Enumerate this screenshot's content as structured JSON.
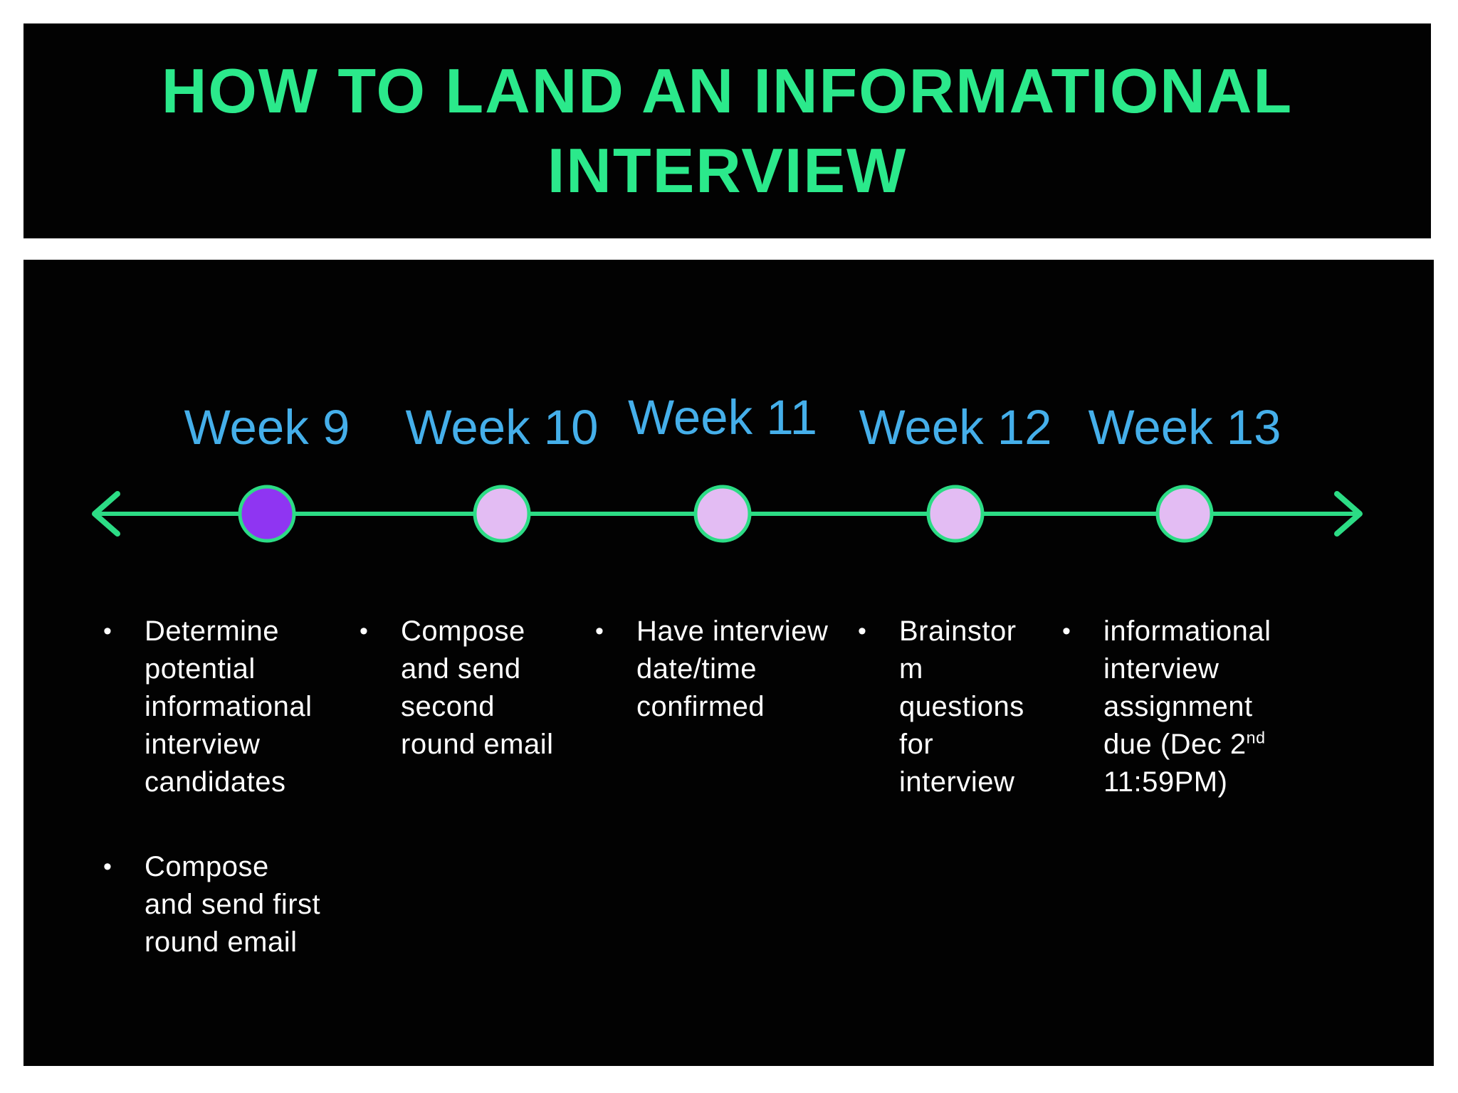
{
  "header": {
    "title": "HOW TO LAND AN INFORMATIONAL INTERVIEW"
  },
  "timeline": {
    "weeks": [
      {
        "label": "Week 9",
        "node": "filled"
      },
      {
        "label": "Week 10",
        "node": "open"
      },
      {
        "label": "Week 11",
        "node": "open"
      },
      {
        "label": "Week 12",
        "node": "open"
      },
      {
        "label": "Week 13",
        "node": "open"
      }
    ],
    "direction": "double-arrow"
  },
  "columns": [
    {
      "bullets": [
        "Determine potential informational interview candidates",
        "Compose and send first round email"
      ]
    },
    {
      "bullets": [
        "Compose and send second round email"
      ]
    },
    {
      "bullets": [
        "Have interview date/time confirmed"
      ]
    },
    {
      "bullets": [
        "Brainstorm questions for interview"
      ]
    },
    {
      "bullet_parts": {
        "pre": "informational interview assignment due (Dec 2",
        "sup": "nd",
        "post": " 11:59PM)"
      }
    }
  ],
  "icons": {
    "bullet_char": "•",
    "arrow_left": "left-arrowhead",
    "arrow_right": "right-arrowhead"
  },
  "colors": {
    "page_background": "#FFFFFF",
    "slide_background": "#020202",
    "title_green": "#2BE98B",
    "timeline_green": "#2CDC85",
    "week_label_blue": "#45AFEA",
    "node_purple": "#8F35F2",
    "node_lavender": "#E3BCF3",
    "body_text": "#FFFFFF"
  }
}
